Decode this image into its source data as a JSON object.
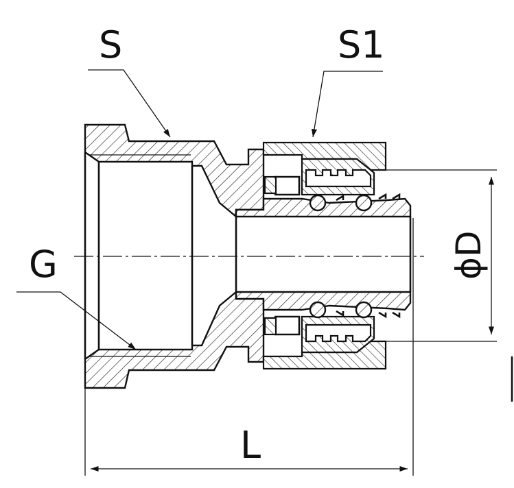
{
  "labels": {
    "s": "S",
    "s1": "S1",
    "g": "G",
    "d": "ϕD",
    "l": "L"
  }
}
